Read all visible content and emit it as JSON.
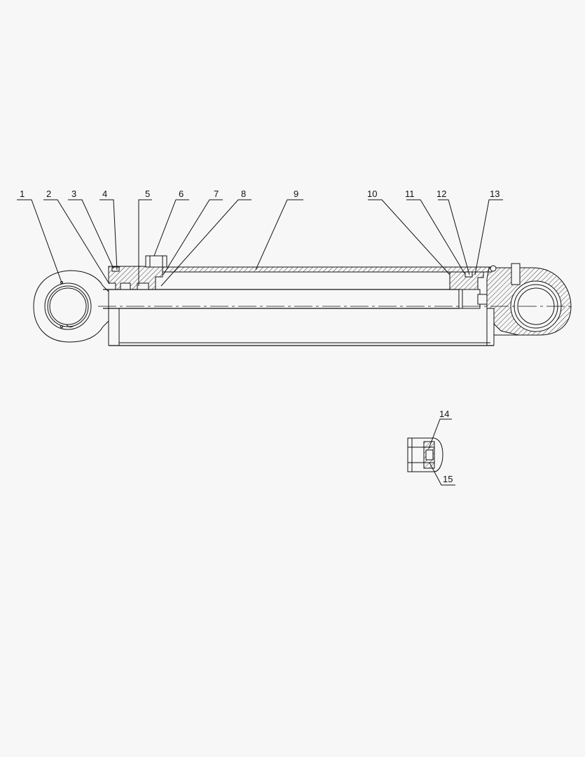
{
  "colors": {
    "background": "#f7f7f7",
    "line": "#111111"
  },
  "callouts": [
    "1",
    "2",
    "3",
    "4",
    "5",
    "6",
    "7",
    "8",
    "9",
    "10",
    "11",
    "12",
    "13",
    "14",
    "15"
  ]
}
